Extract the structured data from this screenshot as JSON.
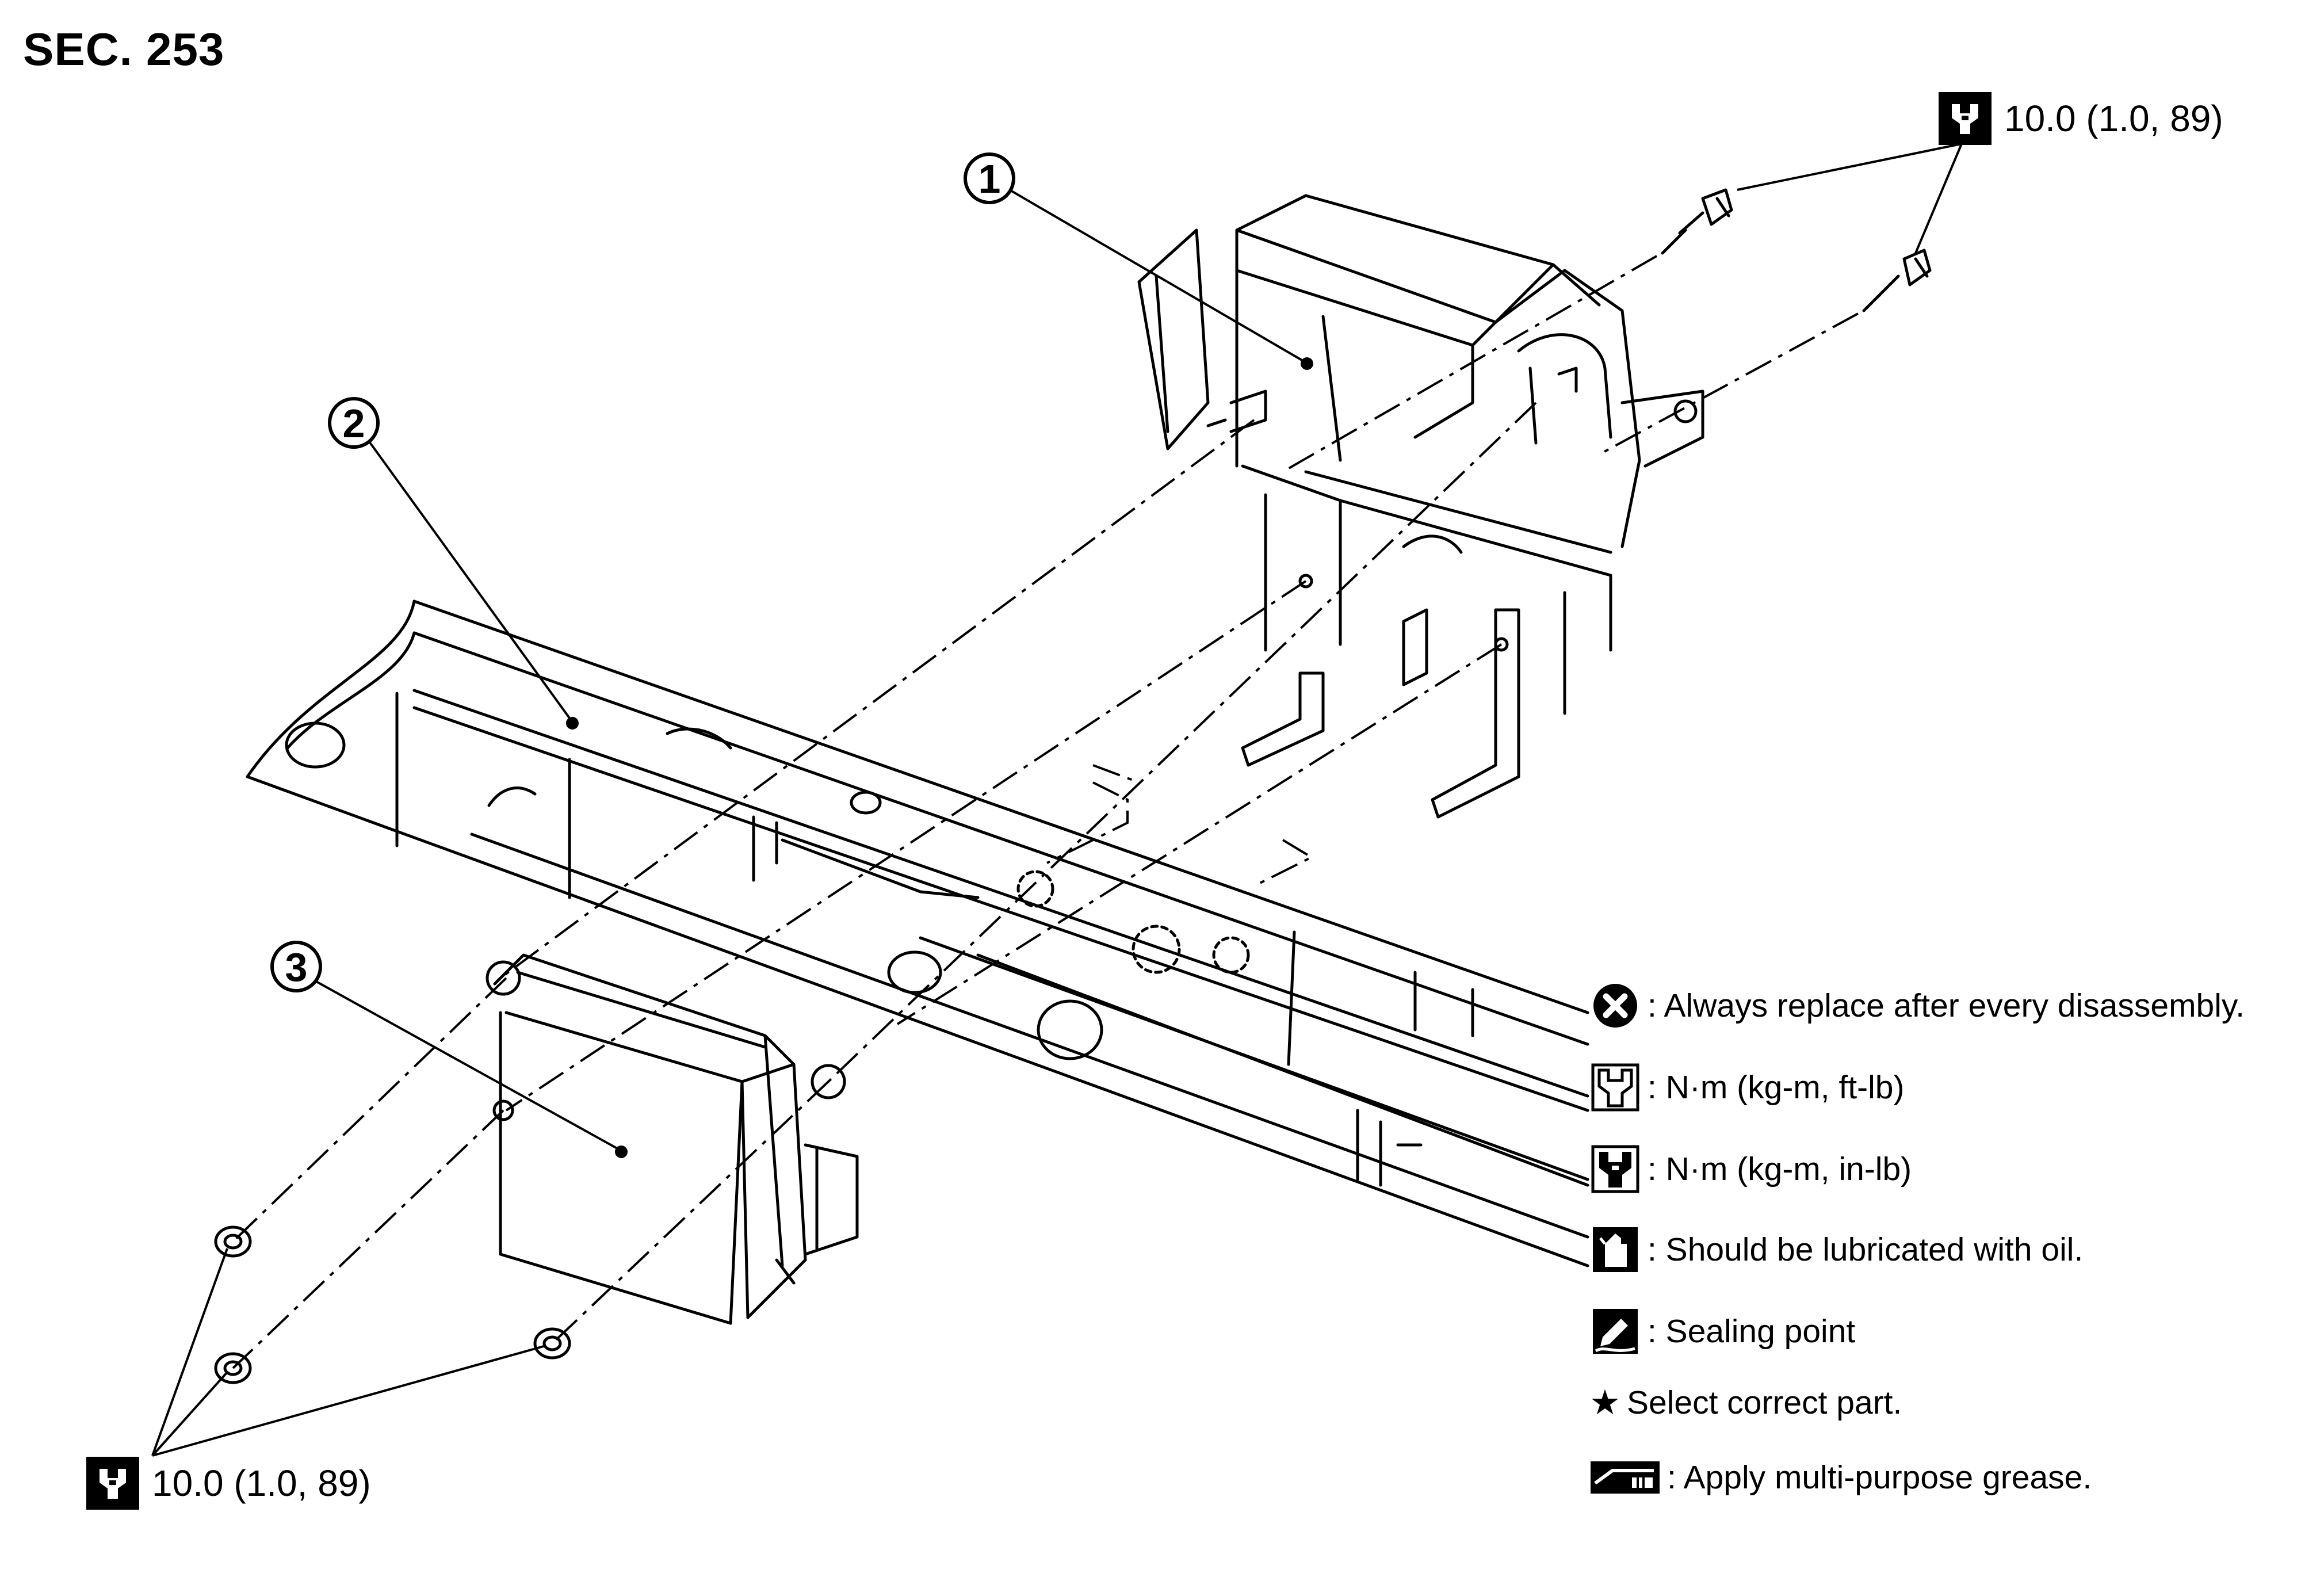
{
  "section_title": "SEC. 253",
  "callouts": {
    "part1": "1",
    "part2": "2",
    "part3": "3"
  },
  "torque_top": {
    "icon": "torque-in-lb-icon",
    "value": "10.0 (1.0, 89)"
  },
  "torque_bottom": {
    "icon": "torque-in-lb-icon",
    "value": "10.0 (1.0, 89)"
  },
  "legend": [
    {
      "icon": "always-replace-icon",
      "text": ": Always replace after every disassembly."
    },
    {
      "icon": "torque-ft-lb-icon",
      "text": ": N·m (kg-m, ft-lb)"
    },
    {
      "icon": "torque-in-lb-icon",
      "text": ": N·m (kg-m, in-lb)"
    },
    {
      "icon": "oil-can-icon",
      "text": ": Should be lubricated with oil."
    },
    {
      "icon": "sealing-point-icon",
      "text": ": Sealing point"
    },
    {
      "icon": "star-icon",
      "text": "Select correct part."
    },
    {
      "icon": "grease-icon",
      "text": ": Apply multi-purpose grease."
    }
  ]
}
